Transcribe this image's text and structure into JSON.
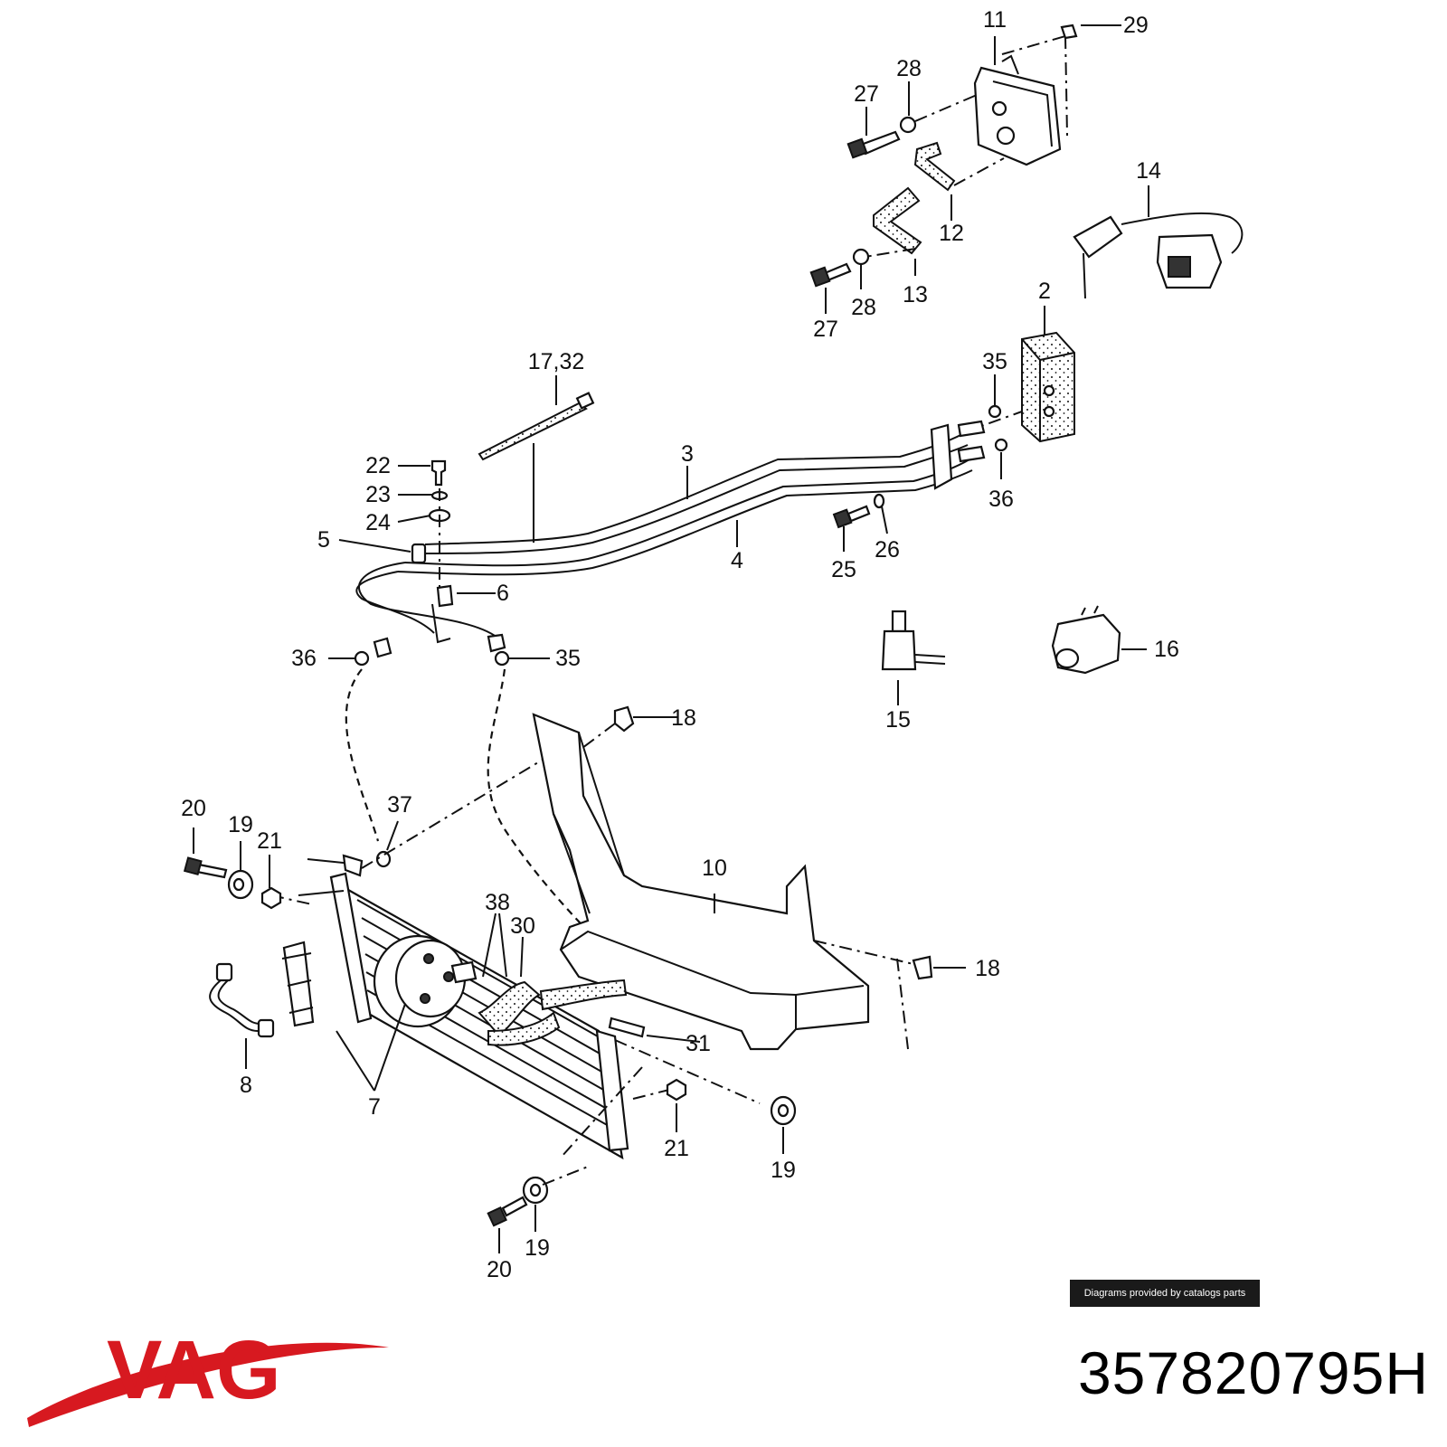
{
  "callouts": [
    {
      "id": "c11",
      "text": "11"
    },
    {
      "id": "c29",
      "text": "29"
    },
    {
      "id": "c28a",
      "text": "28"
    },
    {
      "id": "c27a",
      "text": "27"
    },
    {
      "id": "c14",
      "text": "14"
    },
    {
      "id": "c12",
      "text": "12"
    },
    {
      "id": "c13",
      "text": "13"
    },
    {
      "id": "c27b",
      "text": "27"
    },
    {
      "id": "c28b",
      "text": "28"
    },
    {
      "id": "c2",
      "text": "2"
    },
    {
      "id": "c1732",
      "text": "17,32"
    },
    {
      "id": "c35a",
      "text": "35"
    },
    {
      "id": "c22",
      "text": "22"
    },
    {
      "id": "c3",
      "text": "3"
    },
    {
      "id": "c23",
      "text": "23"
    },
    {
      "id": "c36a",
      "text": "36"
    },
    {
      "id": "c24",
      "text": "24"
    },
    {
      "id": "c26",
      "text": "26"
    },
    {
      "id": "c5",
      "text": "5"
    },
    {
      "id": "c4",
      "text": "4"
    },
    {
      "id": "c25",
      "text": "25"
    },
    {
      "id": "c6",
      "text": "6"
    },
    {
      "id": "c36b",
      "text": "36"
    },
    {
      "id": "c35b",
      "text": "35"
    },
    {
      "id": "c16",
      "text": "16"
    },
    {
      "id": "c18a",
      "text": "18"
    },
    {
      "id": "c15",
      "text": "15"
    },
    {
      "id": "c20a",
      "text": "20"
    },
    {
      "id": "c37",
      "text": "37"
    },
    {
      "id": "c19a",
      "text": "19"
    },
    {
      "id": "c21a",
      "text": "21"
    },
    {
      "id": "c10",
      "text": "10"
    },
    {
      "id": "c38",
      "text": "38"
    },
    {
      "id": "c30",
      "text": "30"
    },
    {
      "id": "c18b",
      "text": "18"
    },
    {
      "id": "c31",
      "text": "31"
    },
    {
      "id": "c8",
      "text": "8"
    },
    {
      "id": "c7",
      "text": "7"
    },
    {
      "id": "c21b",
      "text": "21"
    },
    {
      "id": "c19b",
      "text": "19"
    },
    {
      "id": "c19c",
      "text": "19"
    },
    {
      "id": "c20b",
      "text": "20"
    }
  ],
  "credit_text": "Diagrams provided by catalogs parts",
  "brand": {
    "name": "VAG",
    "color": "#d71920"
  },
  "part_number": "357820795H"
}
